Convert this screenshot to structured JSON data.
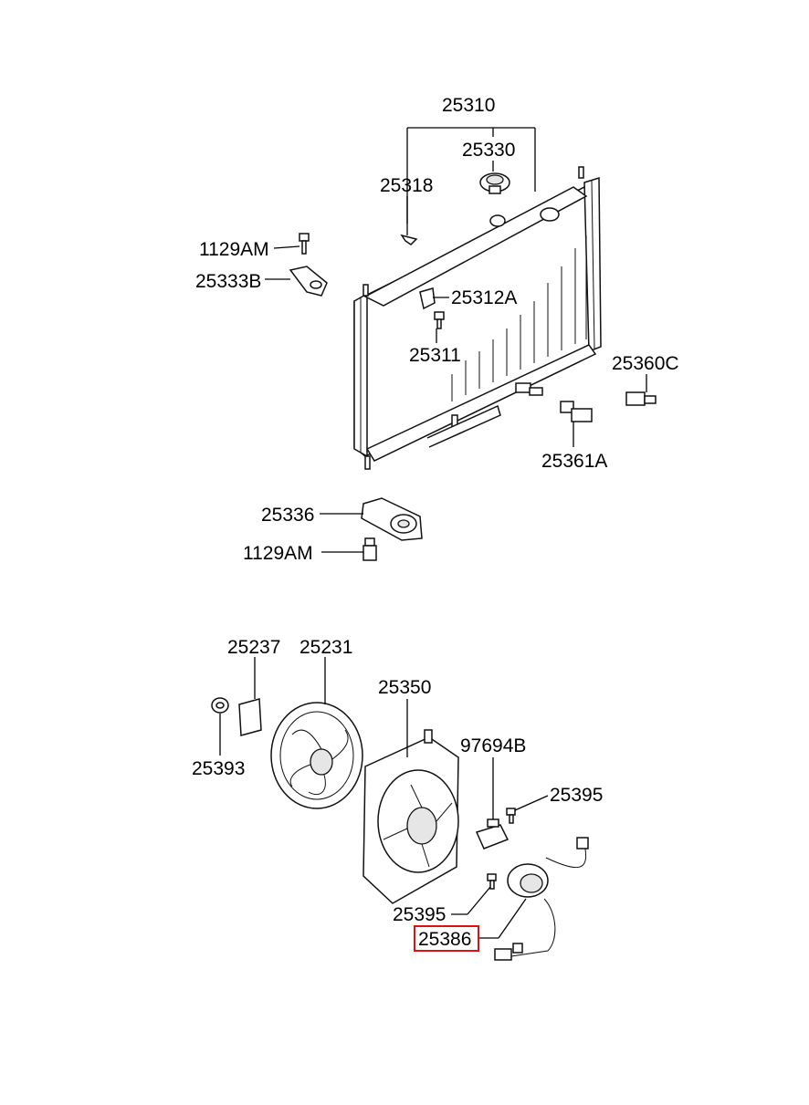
{
  "labels": {
    "p25310": "25310",
    "p25330": "25330",
    "p25318": "25318",
    "p1129am_top": "1129AM",
    "p25333b": "25333B",
    "p25312a": "25312A",
    "p25311": "25311",
    "p25360c": "25360C",
    "p25361a": "25361A",
    "p25336": "25336",
    "p1129am_bottom": "1129AM",
    "p25237": "25237",
    "p25231": "25231",
    "p25350": "25350",
    "p25393": "25393",
    "p97694b": "97694B",
    "p25395_right": "25395",
    "p25395_left": "25395",
    "p25386": "25386"
  },
  "colors": {
    "line": "#000000",
    "highlight": "#e01010",
    "background": "#ffffff"
  }
}
